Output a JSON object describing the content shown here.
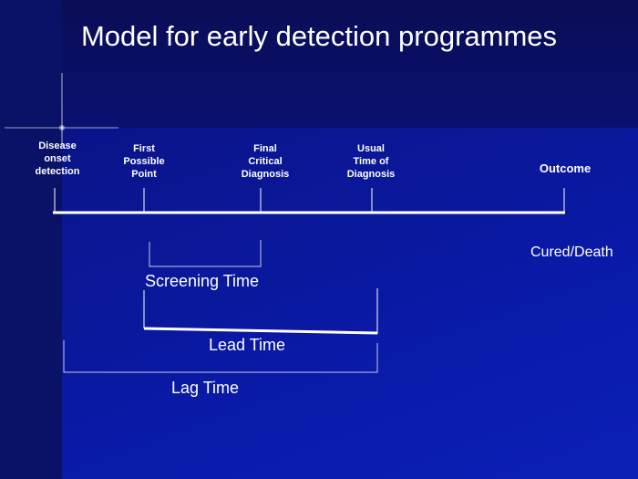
{
  "slide": {
    "title": "Model for early detection programmes"
  },
  "timeline": {
    "points": [
      {
        "id": "disease-onset",
        "label": "Disease\nonset\ndetection"
      },
      {
        "id": "first-possible-point",
        "label": "First\nPossible\nPoint"
      },
      {
        "id": "final-critical-diagnosis",
        "label": "Final\nCritical\nDiagnosis"
      },
      {
        "id": "usual-time-of-diagnosis",
        "label": "Usual\nTime of\nDiagnosis"
      },
      {
        "id": "outcome",
        "label": "Outcome"
      }
    ],
    "outcome_value": "Cured/Death"
  },
  "intervals": {
    "screening_time": "Screening Time",
    "lead_time": "Lead Time",
    "lag_time": "Lag Time"
  },
  "colors": {
    "background": "#0a1488",
    "text": "#ffffff",
    "lines": "#ffffff",
    "bracket": "#c8c8e0"
  }
}
